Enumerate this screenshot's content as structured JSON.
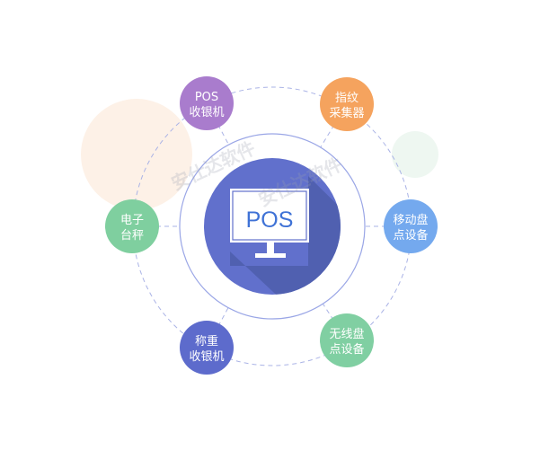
{
  "center": {
    "label": "POS",
    "color": "#6170cc",
    "shadow": "#5060b0"
  },
  "watermark": [
    "安仕达软件",
    "安仕达软件"
  ],
  "nodes": [
    {
      "id": "pos-cashier",
      "lines": [
        "POS",
        "收银机"
      ],
      "color": "#a97ccd"
    },
    {
      "id": "fingerprint",
      "lines": [
        "指纹",
        "采集器"
      ],
      "color": "#f5a35e"
    },
    {
      "id": "electronic-scale",
      "lines": [
        "电子",
        "台秤"
      ],
      "color": "#7fcf9f"
    },
    {
      "id": "mobile-inventory",
      "lines": [
        "移动盘",
        "点设备"
      ],
      "color": "#74a9ee"
    },
    {
      "id": "weighing-cashier",
      "lines": [
        "称重",
        "收银机"
      ],
      "color": "#5d6bcc"
    },
    {
      "id": "wireless-inventory",
      "lines": [
        "无线盘",
        "点设备"
      ],
      "color": "#80cfa2"
    }
  ]
}
